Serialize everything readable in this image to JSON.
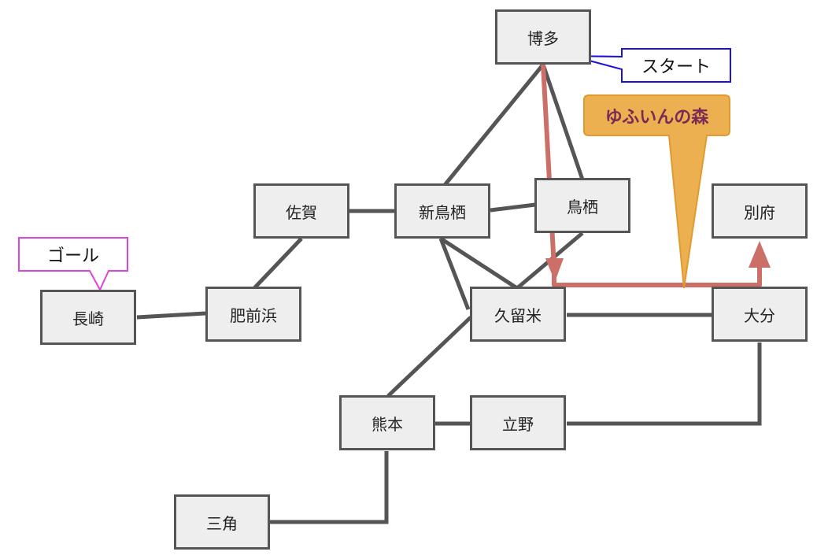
{
  "colors": {
    "node_fill": "#eeeeee",
    "node_border": "#555555",
    "edge": "#555555",
    "route": "#cc6f68",
    "start_callout_border": "#1a10e0",
    "goal_callout_border": "#dd44dd",
    "yufuin_fill": "#ecb050",
    "yufuin_text": "#7a2a55"
  },
  "stations": {
    "hakata": "博多",
    "tosu": "鳥栖",
    "shintosu": "新鳥栖",
    "saga": "佐賀",
    "beppu": "別府",
    "nagasaki": "長崎",
    "hizenhama": "肥前浜",
    "kurume": "久留米",
    "oita": "大分",
    "kumamoto": "熊本",
    "tateno": "立野",
    "misumi": "三角"
  },
  "callouts": {
    "start": "スタート",
    "goal": "ゴール",
    "train": "ゆふいんの森"
  }
}
